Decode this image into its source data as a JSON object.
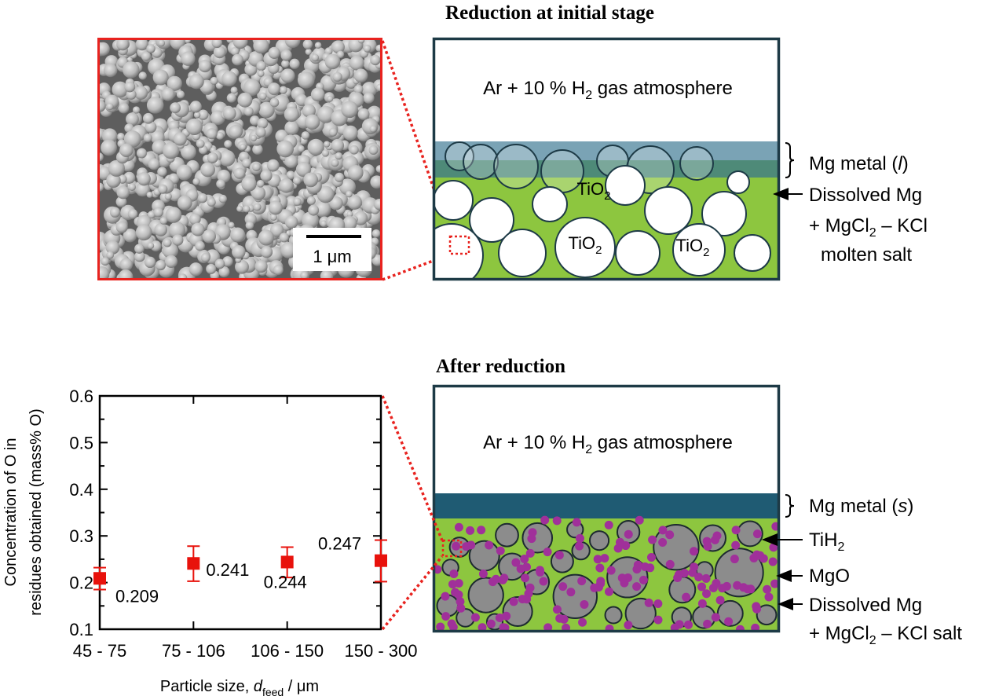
{
  "top_panel": {
    "title": "Reduction at initial stage",
    "sem_scale_label": "1 μm",
    "gas_label_pre": "Ar + 10 % H",
    "gas_label_sub": "2",
    "gas_label_post": " gas atmosphere",
    "particle_label": "TiO",
    "particle_label_sub": "2",
    "mg_metal_label_pre": "Mg metal (",
    "mg_metal_label_state": "l",
    "mg_metal_label_post": ")",
    "salt_line1": "Dissolved Mg",
    "salt_line2_pre": "+ MgCl",
    "salt_line2_sub": "2",
    "salt_line2_post": " – KCl",
    "salt_line3": "molten salt"
  },
  "bottom_panel": {
    "title": "After reduction",
    "gas_label_pre": "Ar + 10 % H",
    "gas_label_sub": "2",
    "gas_label_post": " gas atmosphere",
    "mg_metal_label_pre": "Mg metal (",
    "mg_metal_label_state": "s",
    "mg_metal_label_post": ")",
    "tih2_label": "TiH",
    "tih2_label_sub": "2",
    "mgo_label": "MgO",
    "salt_line1": "Dissolved Mg",
    "salt_line2_pre": "+ MgCl",
    "salt_line2_sub": "2",
    "salt_line2_post": " – KCl salt"
  },
  "colors": {
    "sem_border": "#e8231f",
    "vessel_border": "#1d3a46",
    "mg_liquid": "#7aa3b5",
    "mg_overlap": "#4e8a78",
    "mg_solid": "#1f5b73",
    "salt": "#8dc63f",
    "tio2": "#ffffff",
    "tih2": "#8c8c8c",
    "mgo": "#a0309a",
    "marker": "#e8120c"
  },
  "chart_data": {
    "type": "scatter",
    "categories": [
      "45 - 75",
      "75 - 106",
      "106 - 150",
      "150 - 300"
    ],
    "values": [
      0.209,
      0.241,
      0.244,
      0.247
    ],
    "error_low": [
      0.185,
      0.203,
      0.211,
      0.202
    ],
    "error_high": [
      0.232,
      0.278,
      0.276,
      0.291
    ],
    "data_labels": [
      "0.209",
      "0.241",
      "0.244",
      "0.247"
    ],
    "xlabel_pre": "Particle size, ",
    "xlabel_var": "d",
    "xlabel_sub": "feed",
    "xlabel_post": " / μm",
    "ylabel_line1": "Concentration of O in",
    "ylabel_line2": "residues obtained (mass% O)",
    "ylim": [
      0.1,
      0.6
    ],
    "yticks": [
      "0.1",
      "0.2",
      "0.3",
      "0.4",
      "0.5",
      "0.6"
    ],
    "grid": false
  }
}
